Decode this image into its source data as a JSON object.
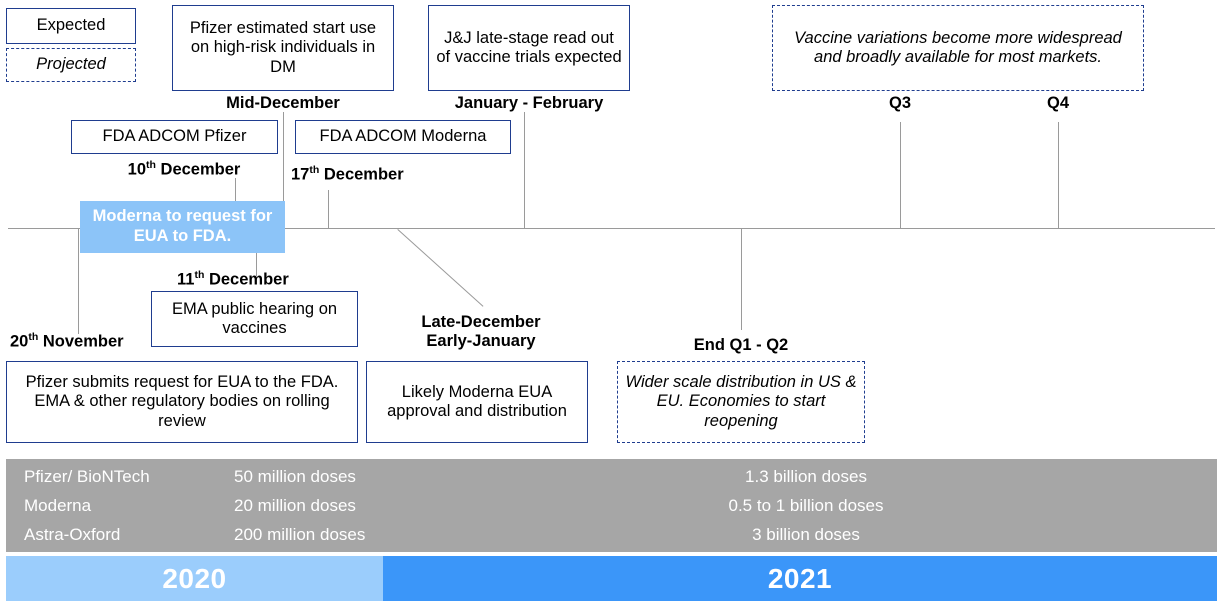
{
  "legend": {
    "expected": "Expected",
    "projected": "Projected"
  },
  "milestones": {
    "pfizer_start": {
      "text": "Pfizer estimated start use on high-risk individuals in DM",
      "date": "Mid-December",
      "style": "solid"
    },
    "jj_readout": {
      "text": "J&J late-stage read out of vaccine trials expected",
      "date": "January - February",
      "style": "solid"
    },
    "variations": {
      "text": "Vaccine variations become more widespread and broadly available for most markets.",
      "style": "dashed"
    },
    "q3": {
      "date": "Q3"
    },
    "q4": {
      "date": "Q4"
    },
    "adcom_pfizer": {
      "text": "FDA ADCOM Pfizer",
      "date_num": "10",
      "date_sup": "th",
      "date_rest": " December",
      "style": "solid"
    },
    "adcom_moderna": {
      "text": "FDA ADCOM Moderna",
      "date_num": "17",
      "date_sup": "th",
      "date_rest": " December",
      "style": "solid"
    },
    "moderna_eua": {
      "text": "Moderna to request for EUA to FDA.",
      "date_num": "11",
      "date_sup": "th",
      "date_rest": " December"
    },
    "ema_hearing": {
      "text": "EMA public hearing on vaccines",
      "style": "solid"
    },
    "pfizer_submit": {
      "text": "Pfizer submits request for EUA to the FDA. EMA & other regulatory bodies on rolling review",
      "date_num": "20",
      "date_sup": "th",
      "date_rest": " November",
      "style": "solid"
    },
    "moderna_approval": {
      "text": "Likely Moderna EUA approval and distribution",
      "date_line1": "Late-December",
      "date_line2": "Early-January",
      "style": "solid"
    },
    "wider_distribution": {
      "text": "Wider scale distribution in US & EU. Economies to start reopening",
      "date": "End Q1 - Q2",
      "style": "dashed"
    }
  },
  "doses_table": {
    "rows": [
      {
        "company": "Pfizer/ BioNTech",
        "y2020": "50 million doses",
        "y2021": "1.3 billion doses"
      },
      {
        "company": "Moderna",
        "y2020": "20 million doses",
        "y2021": "0.5 to 1 billion doses"
      },
      {
        "company": "Astra-Oxford",
        "y2020": "200 million doses",
        "y2021": "3 billion doses"
      }
    ]
  },
  "year_bar": {
    "y2020": "2020",
    "y2021": "2021"
  },
  "colors": {
    "box_border": "#1F3D8F",
    "highlight_fill": "#8CC4F8",
    "doses_panel": "#A6A6A6",
    "year_2020": "#9BCDFC",
    "year_2021": "#3B96F9",
    "axis": "#9A9A9A"
  }
}
